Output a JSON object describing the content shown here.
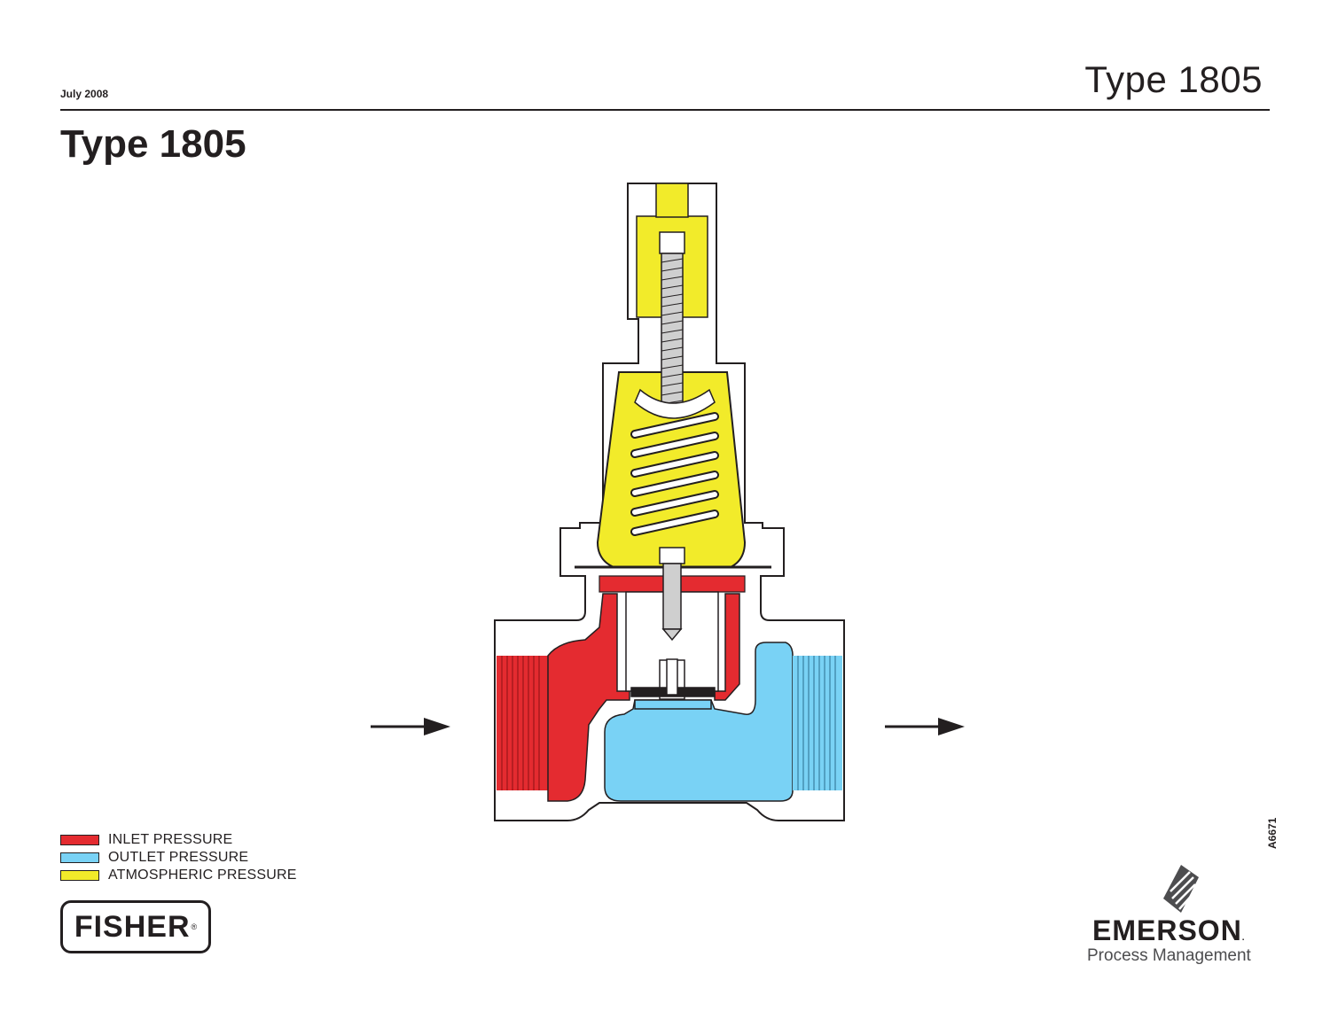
{
  "header": {
    "date": "July 2008",
    "doc_title": "Type 1805"
  },
  "page_title": "Type 1805",
  "legend": [
    {
      "label": "INLET PRESSURE",
      "color": "#e42b30"
    },
    {
      "label": "OUTLET PRESSURE",
      "color": "#79d2f5"
    },
    {
      "label": "ATMOSPHERIC PRESSURE",
      "color": "#f2eb2a"
    }
  ],
  "figure_id": "A6671",
  "logos": {
    "fisher": "FISHER",
    "fisher_reg": "®",
    "emerson": "EMERSON",
    "emerson_tm": ".",
    "emerson_sub": "Process Management"
  },
  "colors": {
    "inlet": "#e42b30",
    "outlet": "#79d2f5",
    "atmospheric": "#f2eb2a",
    "ink": "#231f20"
  },
  "icons": [
    "flow-arrow-icon",
    "emerson-mark-icon"
  ]
}
